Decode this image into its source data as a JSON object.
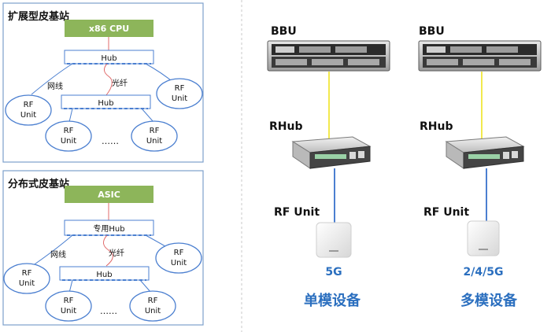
{
  "left_panel": {
    "top": {
      "title": "扩展型皮基站",
      "chip": "x86 CPU",
      "hub_top": "Hub",
      "cable": "网线",
      "fiber": "光纤",
      "hub_bottom": "Hub",
      "rf_unit_lines": [
        "RF",
        "Unit"
      ],
      "ellipsis": "……"
    },
    "bottom": {
      "title": "分布式皮基站",
      "chip": "ASIC",
      "hub_top": "专用Hub",
      "cable": "网线",
      "fiber": "光纤",
      "hub_bottom": "Hub",
      "rf_unit_lines": [
        "RF",
        "Unit"
      ],
      "ellipsis": "……"
    }
  },
  "right_panel": {
    "single": {
      "bbu": "BBU",
      "rhub": "RHub",
      "rf": "RF Unit",
      "band": "5G",
      "caption": "单模设备"
    },
    "multi": {
      "bbu": "BBU",
      "rhub": "RHub",
      "rf": "RF Unit",
      "band": "2/4/5G",
      "caption": "多模设备"
    }
  },
  "colors": {
    "panel_border": "#7da0cc",
    "chip_green": "#8db55a",
    "caption_blue": "#2b6fbf",
    "fiber_yellow": "#f2e94e",
    "cable_blue": "#4b7fd0",
    "fiber_red": "#e06868"
  }
}
